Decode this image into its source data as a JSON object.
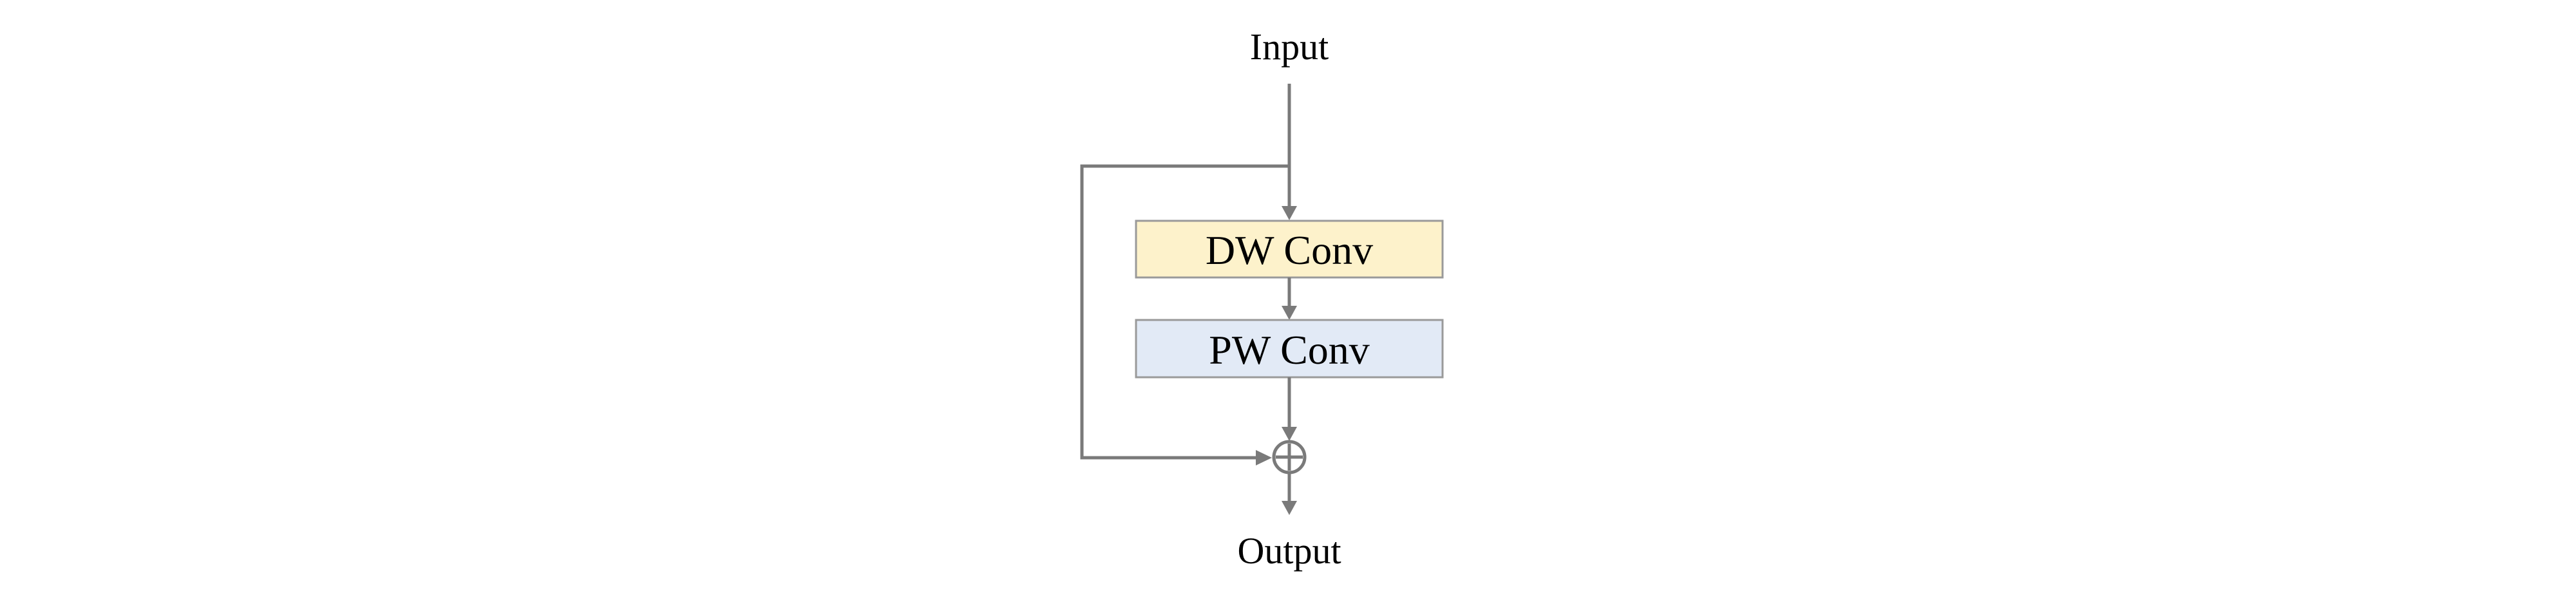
{
  "diagram": {
    "input_label": "Input",
    "output_label": "Output",
    "blocks": [
      {
        "label": "DW Conv",
        "fill": "#fdf2cb"
      },
      {
        "label": "PW Conv",
        "fill": "#e2eaf6"
      }
    ],
    "edges": [
      {
        "from": "Input",
        "to": "DW Conv"
      },
      {
        "from": "DW Conv",
        "to": "PW Conv"
      },
      {
        "from": "PW Conv",
        "to": "add"
      },
      {
        "from": "Input",
        "to": "add",
        "type": "skip-connection"
      },
      {
        "from": "add",
        "to": "Output"
      }
    ],
    "colors": {
      "line": "#7a7a7a",
      "box_border": "#9a9a9a",
      "text": "#000000"
    }
  }
}
